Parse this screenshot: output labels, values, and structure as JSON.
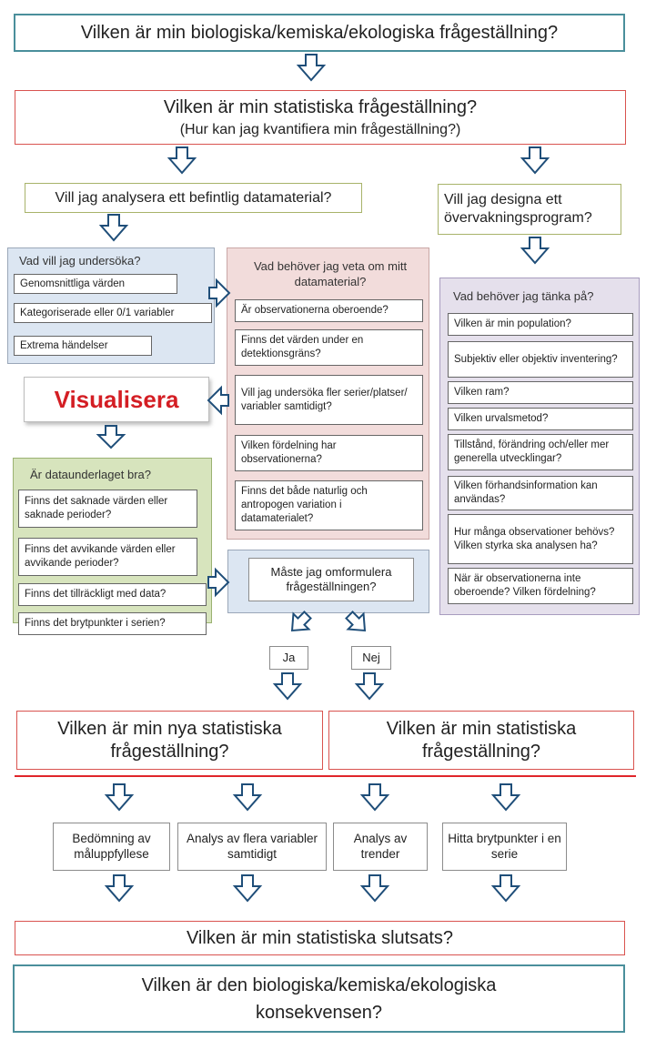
{
  "q_bio": "Vilken är min biologiska/kemiska/ekologiska frågeställning?",
  "q_stat": "Vilken är min statistiska frågeställning?",
  "q_stat_sub": "(Hur kan jag kvantifiera min frågeställning?)",
  "branch_analyse": "Vill jag analysera ett befintlig datamaterial?",
  "branch_design": "Vill jag designa ett övervakningsprogram?",
  "panel_study": {
    "title": "Vad vill jag undersöka?",
    "items": [
      "Genomsnittliga värden",
      "Kategoriserade eller 0/1 variabler",
      "Extrema händelser"
    ]
  },
  "panel_know": {
    "title": "Vad behöver jag veta om mitt datamaterial?",
    "items": [
      "Är observationerna oberoende?",
      "Finns det värden under en detektionsgräns?",
      "Vill jag undersöka fler serier/platser/ variabler samtidigt?",
      "Vilken fördelning har observationerna?",
      "Finns det både naturlig och antropogen variation i datamaterialet?"
    ]
  },
  "visualise": "Visualisera",
  "panel_data": {
    "title": "Är dataunderlaget bra?",
    "items": [
      "Finns det saknade värden eller saknade perioder?",
      "Finns det avvikande värden eller avvikande perioder?",
      "Finns det tillräckligt med data?",
      "Finns det brytpunkter i serien?"
    ]
  },
  "panel_think": {
    "title": "Vad behöver jag tänka på?",
    "items": [
      "Vilken är min population?",
      "Subjektiv eller objektiv inventering?",
      "Vilken ram?",
      "Vilken urvalsmetod?",
      "Tillstånd, förändring och/eller mer generella utvecklingar?",
      "Vilken förhandsinformation kan användas?",
      "Hur många observationer behövs? Vilken styrka ska analysen ha?",
      "När är observationerna inte oberoende? Vilken fördelning?"
    ]
  },
  "reformulate": "Måste jag omformulera frågeställningen?",
  "yes": "Ja",
  "no": "Nej",
  "new_question": "Vilken är min nya statistiska frågeställning?",
  "same_question": "Vilken är min statistiska frågeställning?",
  "methods": [
    "Bedömning av måluppfyllese",
    "Analys av flera variabler samtidigt",
    "Analys av trender",
    "Hitta brytpunkter i en serie"
  ],
  "conclusion": "Vilken är min statistiska slutsats?",
  "consequence": "Vilken är den biologiska/kemiska/ekologiska konsekvensen?",
  "colors": {
    "teal_border": "#4a8f9b",
    "red_border": "#d9534f",
    "divider": "#e0262b",
    "arrow": "#1f4e79",
    "visualise": "#d41e24"
  }
}
